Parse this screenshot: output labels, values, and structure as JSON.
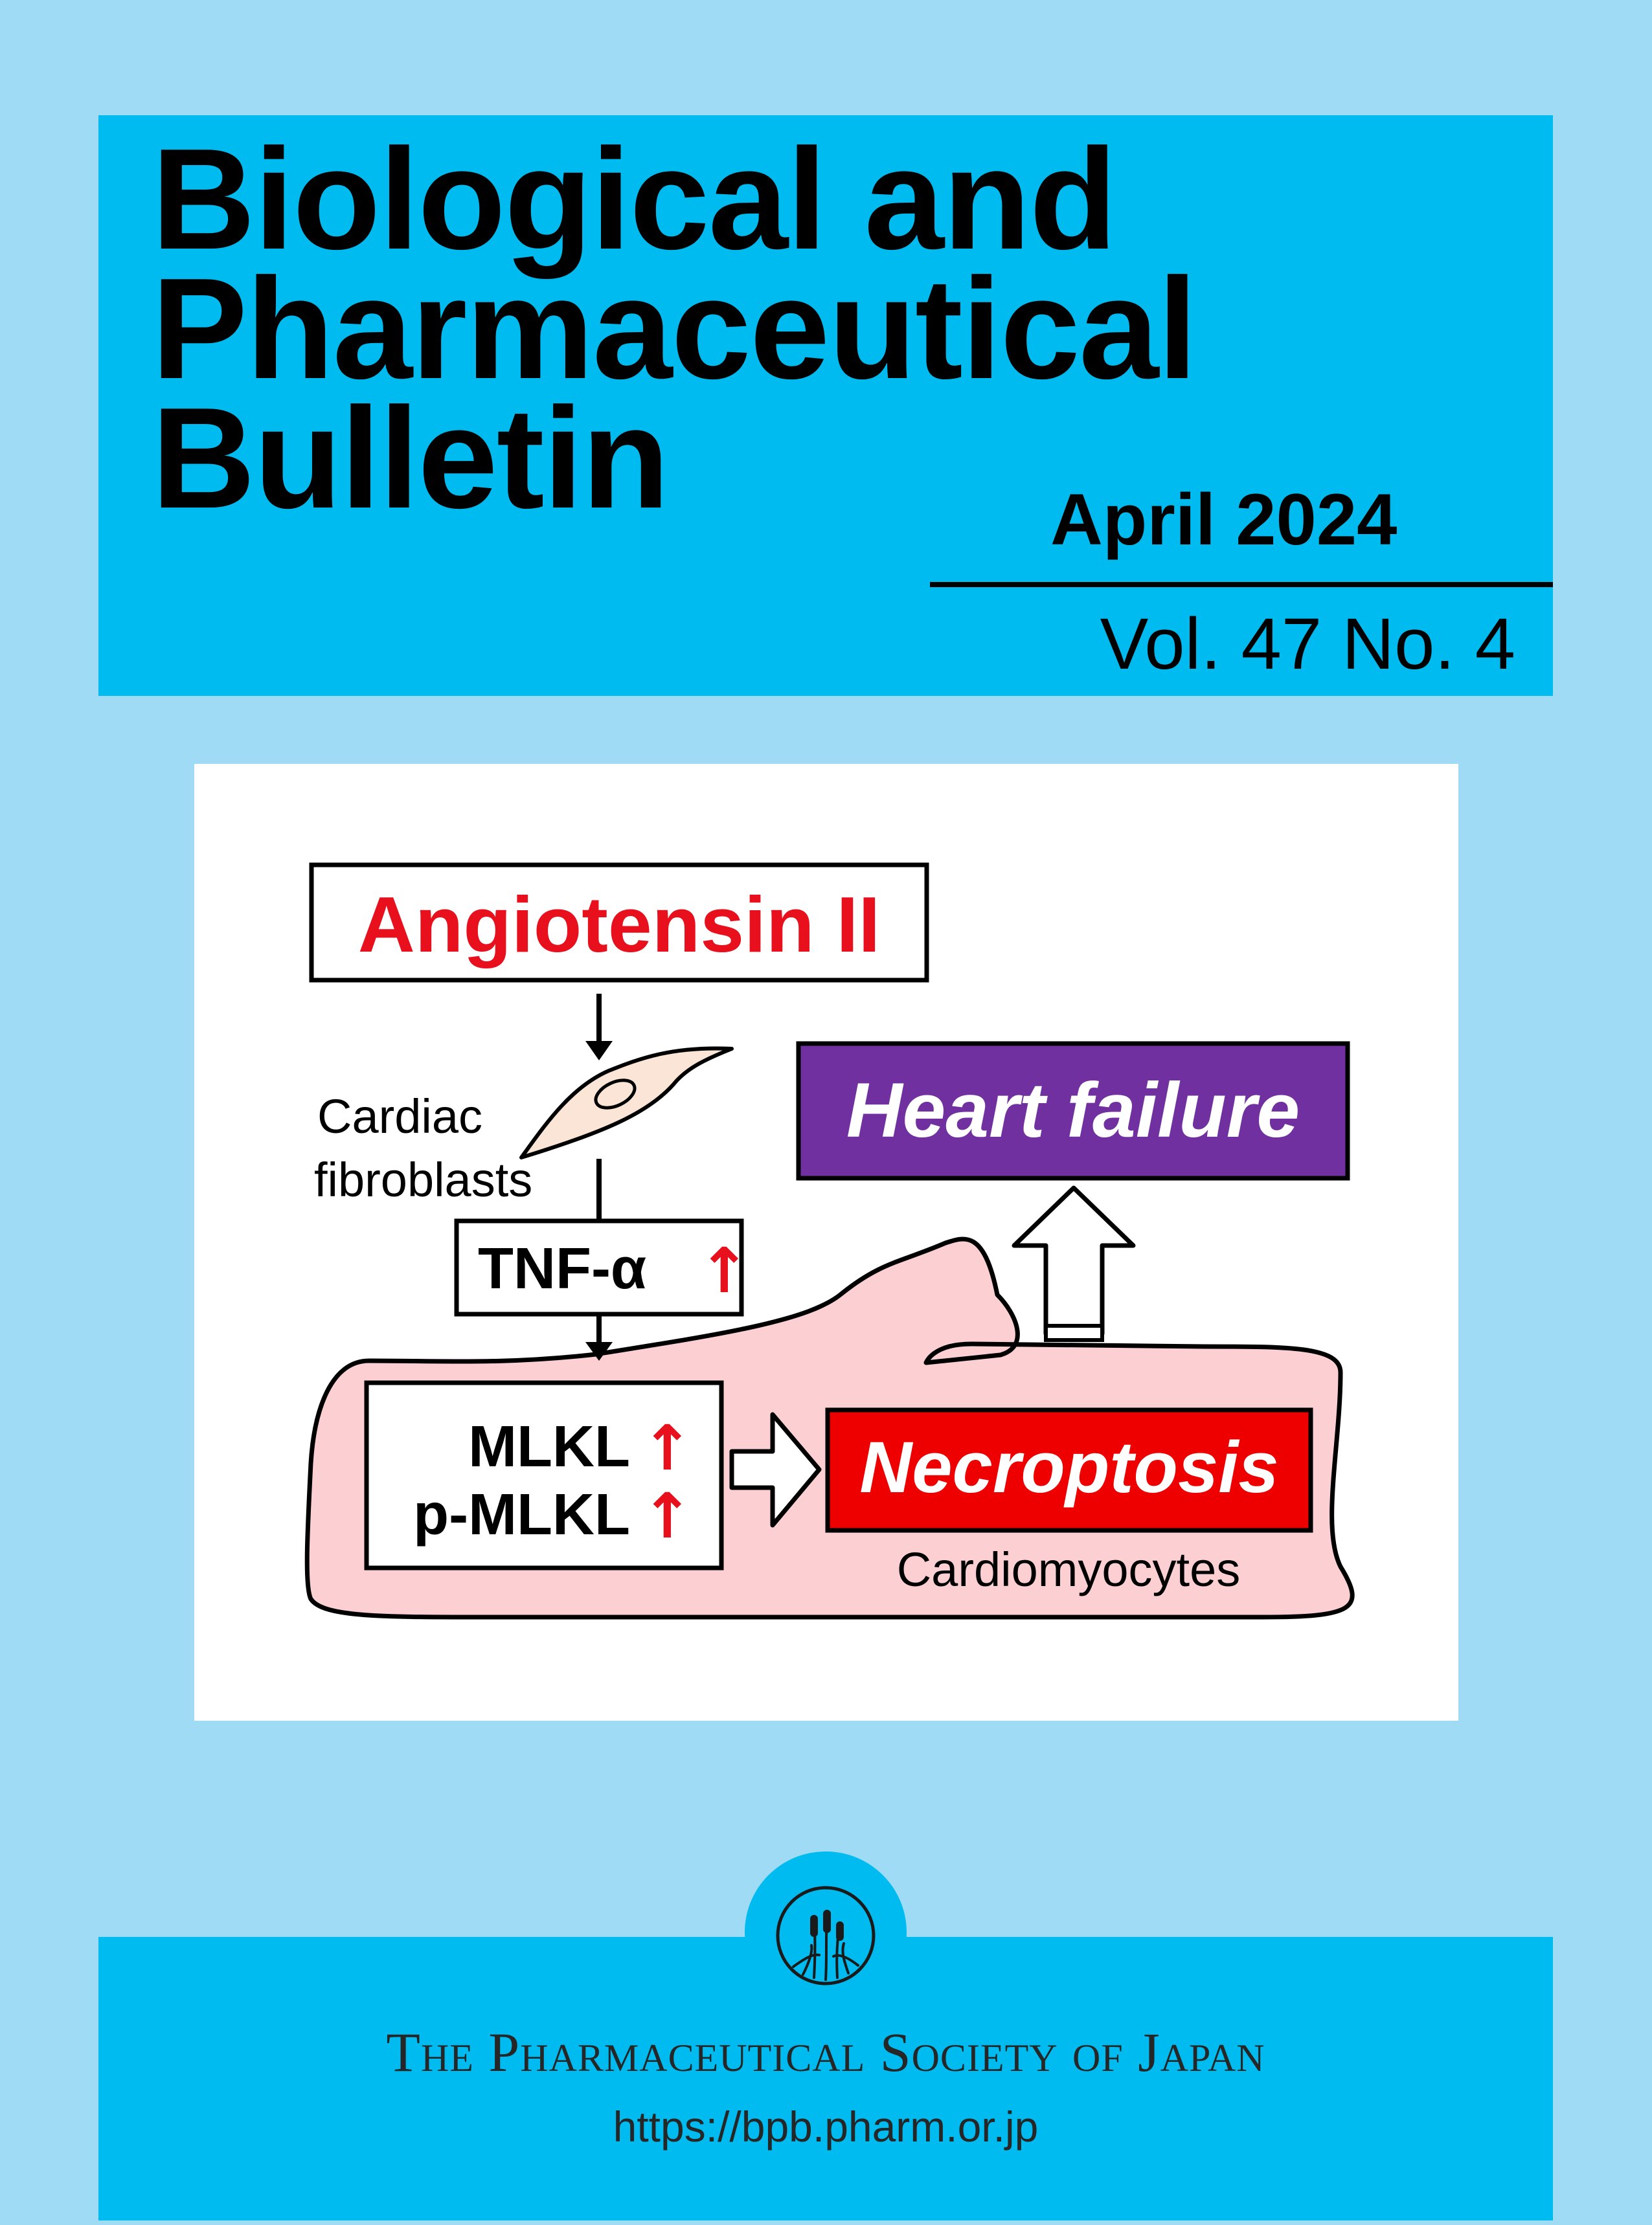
{
  "cover": {
    "title_lines": [
      "Biological and",
      "Pharmaceutical",
      "Bulletin"
    ],
    "issue_date": "April 2024",
    "issue_volume": "Vol. 47 No. 4",
    "colors": {
      "page_background": "#9fdbf5",
      "band": "#00bbf0",
      "text": "#000000"
    }
  },
  "figure": {
    "trigger_label": "Angiotensin II",
    "fibroblast_label_lines": [
      "Cardiac",
      "fibroblasts"
    ],
    "cytokine_label": "TNF-α",
    "marker_lines": [
      "MLKL",
      "p-MLKL"
    ],
    "up_arrow_symbol": "↑",
    "outcome_label": "Heart failure",
    "process_label": "Necroptosis",
    "cell_label": "Cardiomyocytes",
    "colors": {
      "trigger_text": "#e8101c",
      "up_arrow": "#e8101c",
      "outcome_box": "#7030a0",
      "process_box": "#ee0000",
      "cell_fill": "#fccfd2",
      "fibroblast_fill": "#fbe5d6"
    }
  },
  "footer": {
    "publisher_name": "The Pharmaceutical Society of Japan",
    "url": "https://bpb.pharm.or.jp",
    "logo_icon": "cattail-emblem-icon"
  }
}
